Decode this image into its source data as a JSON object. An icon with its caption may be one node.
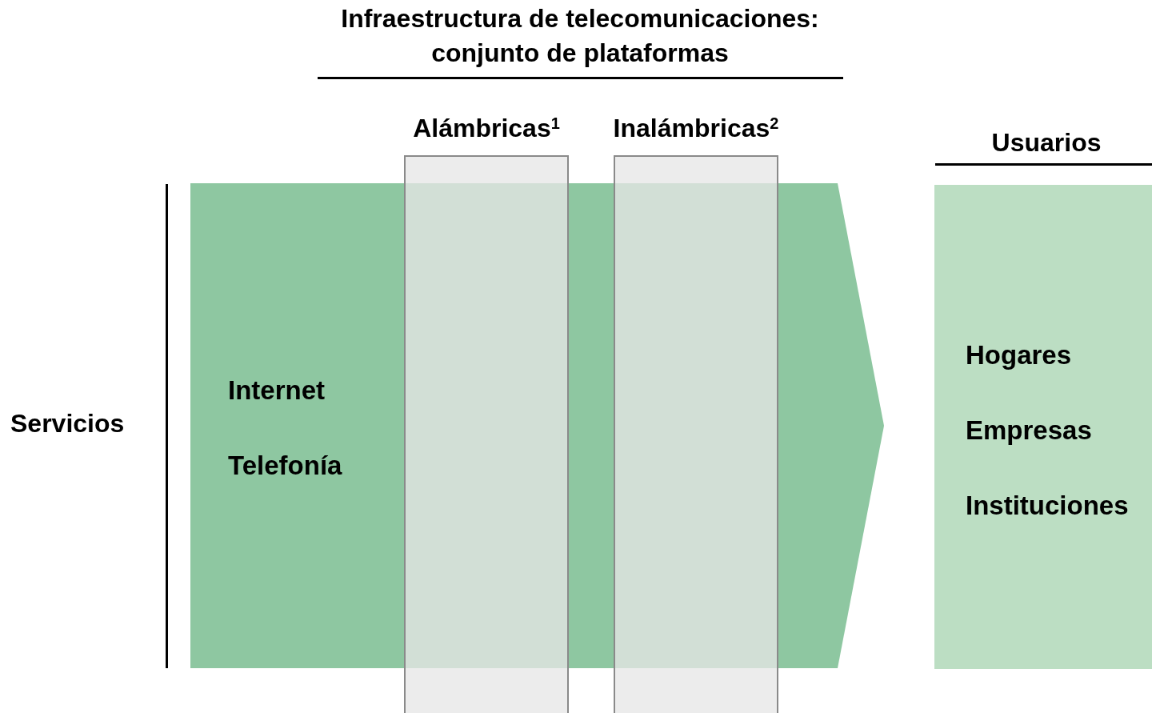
{
  "diagram": {
    "title": "Infraestructura de telecomunicaciones: conjunto de plataformas",
    "nodes": [
      {
        "text": [
          "Internet",
          "Telefonía"
        ]
      },
      {
        "text": [
          "Alámbricas$^{1}$"
        ]
      },
      {
        "text": [
          "Inalámbricas$^{2}$"
        ]
      },
      {
        "text": [
          "Usuarios",
          "Hogares",
          "Empresas",
          "Instituciones"
        ]
      }
    ],
    "labels": [
      "Servicios"
    ]
  }
}
